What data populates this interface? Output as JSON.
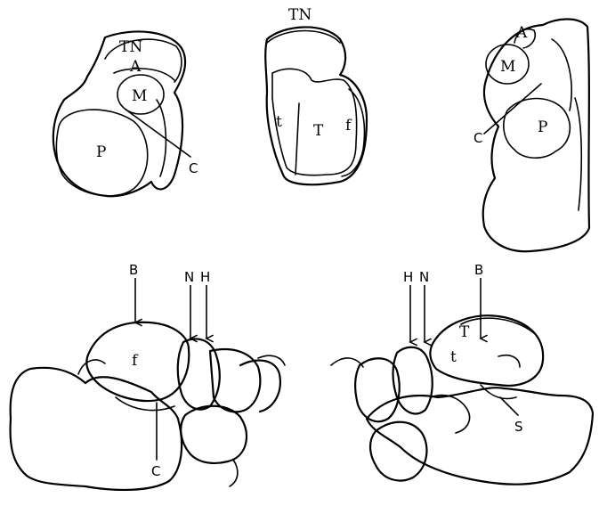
{
  "labels": {
    "view1": {
      "tn": "TN",
      "a": "A",
      "m": "M",
      "p": "P",
      "c": "C"
    },
    "view2": {
      "tn": "TN",
      "t_small": "t",
      "t_big": "T",
      "f": "f"
    },
    "view3": {
      "a": "A",
      "m": "M",
      "c": "C",
      "p": "P"
    },
    "view4": {
      "b": "B",
      "n": "N",
      "h": "H",
      "f": "f",
      "c": "C"
    },
    "view5": {
      "h": "H",
      "n": "N",
      "b": "B",
      "t_big": "T",
      "t_small": "t",
      "s": "S"
    }
  }
}
